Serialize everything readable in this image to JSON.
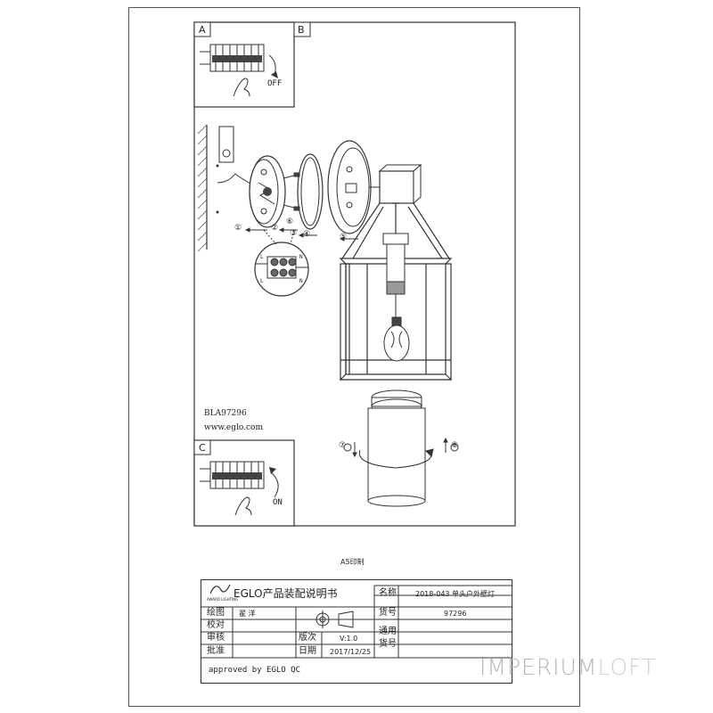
{
  "panels": {
    "a_label": "A",
    "b_label": "B",
    "c_label": "C",
    "off_text": "OFF",
    "on_text": "ON"
  },
  "drawing": {
    "model_code": "BLA97296",
    "website": "www.eglo.com",
    "step_markers": [
      "①",
      "②",
      "③",
      "④",
      "⑤",
      "⑥",
      "⑦",
      "⑧"
    ],
    "terminal_labels": [
      "L",
      "N",
      "L",
      "N"
    ]
  },
  "print_format": "A5印制",
  "title_block": {
    "brand_title": "EGLO产品装配说明书",
    "logo_text": "AWARD LIGHTING",
    "label_name": "名称",
    "value_name": "2018-043 单头户外壁灯",
    "label_drawing": "绘图",
    "value_drawing": "翟 洋",
    "label_code": "货号",
    "value_code": "97296",
    "label_check": "校对",
    "label_review": "审核",
    "label_version": "版次",
    "value_version": "V:1.0",
    "label_general": "通用",
    "label_general2": "货号",
    "label_approve": "批准",
    "label_date": "日期",
    "value_date": "2017/12/25",
    "approved": "approved by EGLO QC"
  },
  "watermark": {
    "part1": "IMPERIUM",
    "part2": "LOFT"
  }
}
